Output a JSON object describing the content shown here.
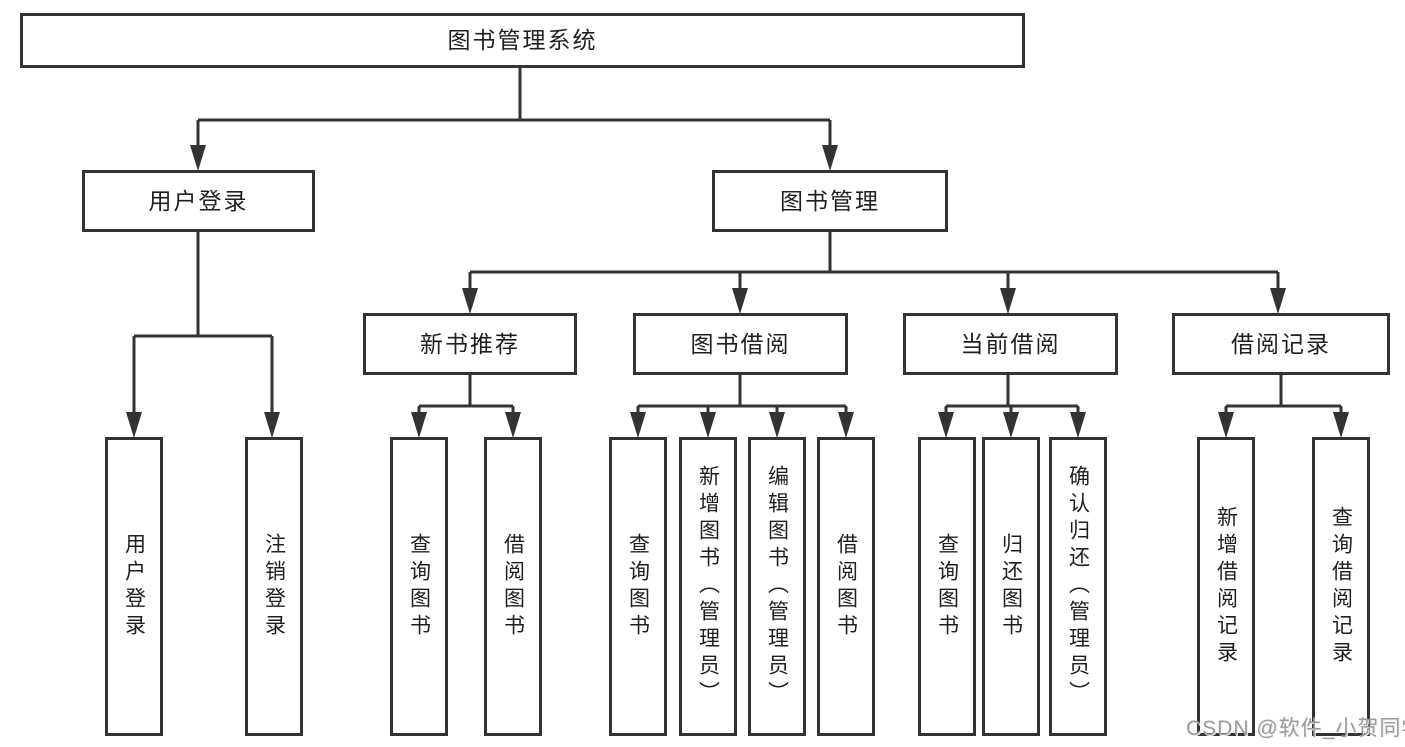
{
  "tree": {
    "root": {
      "label": "图书管理系统"
    },
    "user_login": {
      "label": "用户登录",
      "children": [
        {
          "label": "用户登录"
        },
        {
          "label": "注销登录"
        }
      ]
    },
    "book_mgmt": {
      "label": "图书管理",
      "children": {
        "new_book": {
          "label": "新书推荐",
          "children": [
            {
              "label": "查询图书"
            },
            {
              "label": "借阅图书"
            }
          ]
        },
        "book_borrow": {
          "label": "图书借阅",
          "children": [
            {
              "label": "查询图书"
            },
            {
              "label": "新增图书（管理员）"
            },
            {
              "label": "编辑图书（管理员）"
            },
            {
              "label": "借阅图书"
            }
          ]
        },
        "current_borrow": {
          "label": "当前借阅",
          "children": [
            {
              "label": "查询图书"
            },
            {
              "label": "归还图书"
            },
            {
              "label": "确认归还（管理员）"
            }
          ]
        },
        "borrow_record": {
          "label": "借阅记录",
          "children": [
            {
              "label": "新增借阅记录"
            },
            {
              "label": "查询借阅记录"
            }
          ]
        }
      }
    }
  },
  "watermark": {
    "text": "CSDN @软件_小贺同学"
  },
  "colors": {
    "line": "#333333",
    "box_border": "#333333",
    "box_background": "#ffffff",
    "text": "#1f1f1f",
    "watermark": "#9b9b9b",
    "page_background": "#ffffff"
  }
}
